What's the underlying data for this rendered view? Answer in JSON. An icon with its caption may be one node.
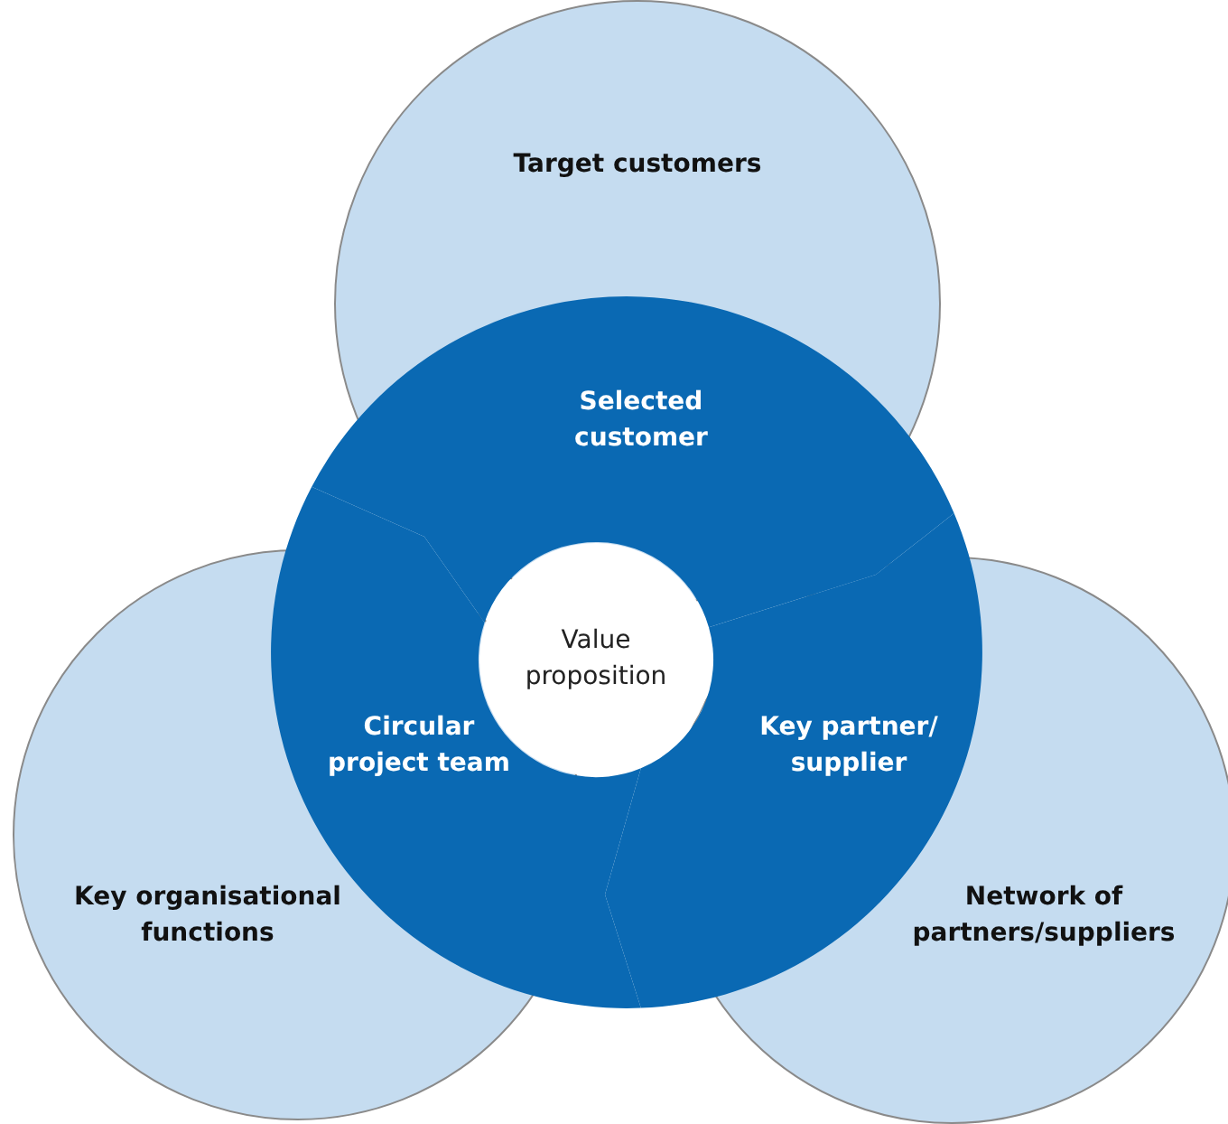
{
  "diagram": {
    "nodes": [
      {
        "text": [
          "Target customers"
        ]
      },
      {
        "text": [
          "Key organisational functions"
        ]
      },
      {
        "text": [
          "Network of partners/suppliers"
        ]
      },
      {
        "text": [
          "Selected customer"
        ]
      },
      {
        "text": [
          "Circular project team"
        ]
      },
      {
        "text": [
          "Key partner/ supplier"
        ]
      },
      {
        "text": [
          "Value proposition"
        ]
      }
    ]
  }
}
